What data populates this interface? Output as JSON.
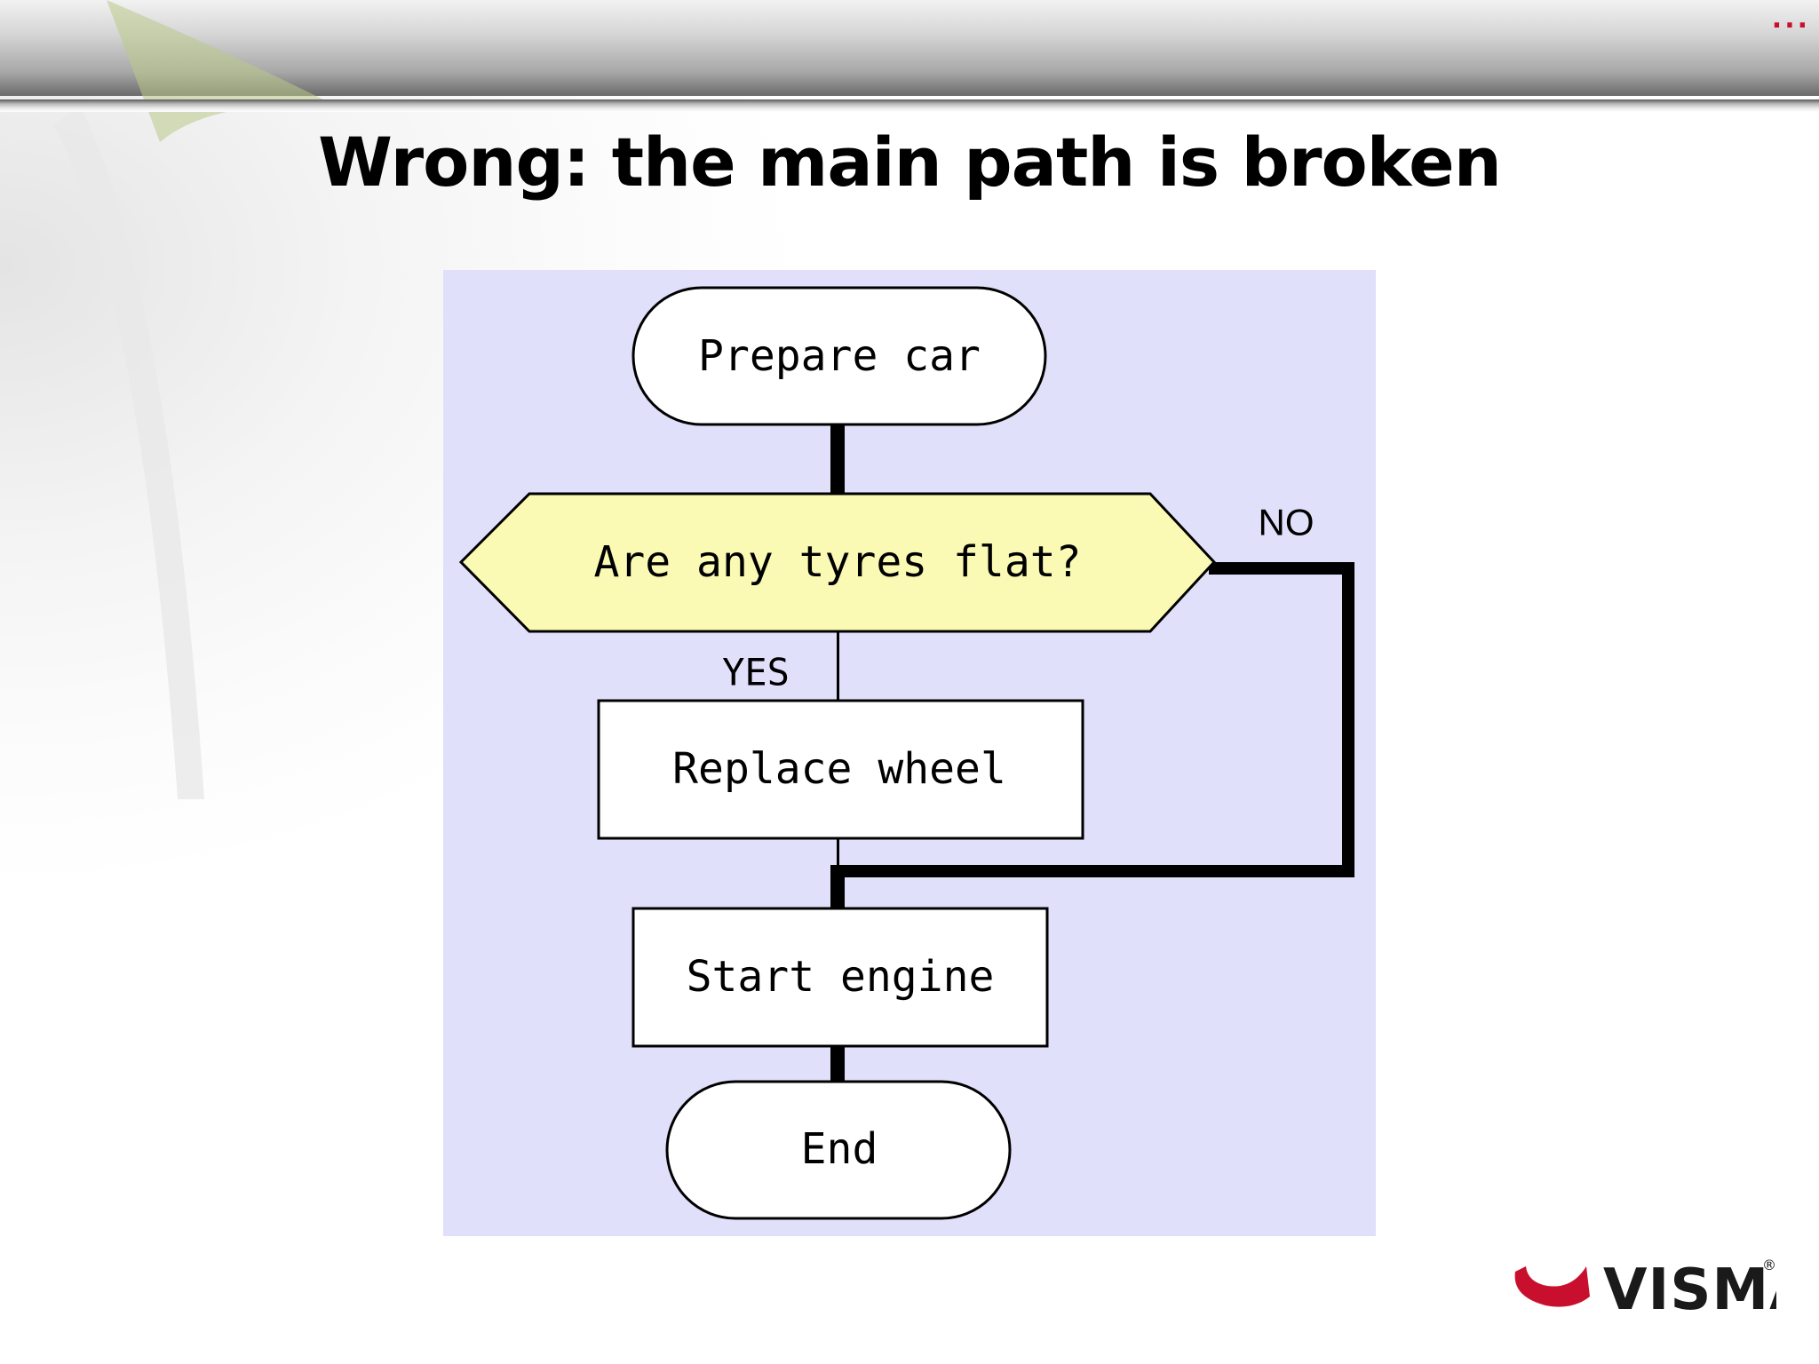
{
  "slide": {
    "title": "Wrong: the main path is broken",
    "menu_dots": "..."
  },
  "flowchart": {
    "nodes": {
      "start": "Prepare car",
      "decision": "Are any tyres flat?",
      "process_replace": "Replace wheel",
      "process_start": "Start engine",
      "end": "End"
    },
    "edge_labels": {
      "yes": "YES",
      "no": "NO"
    },
    "colors": {
      "background": "#e0e0fa",
      "decision_fill": "#fafab4",
      "node_fill": "#ffffff",
      "line": "#000000"
    }
  },
  "logo": {
    "text": "VISMA",
    "mark": "®",
    "accent_color": "#c8102e"
  }
}
